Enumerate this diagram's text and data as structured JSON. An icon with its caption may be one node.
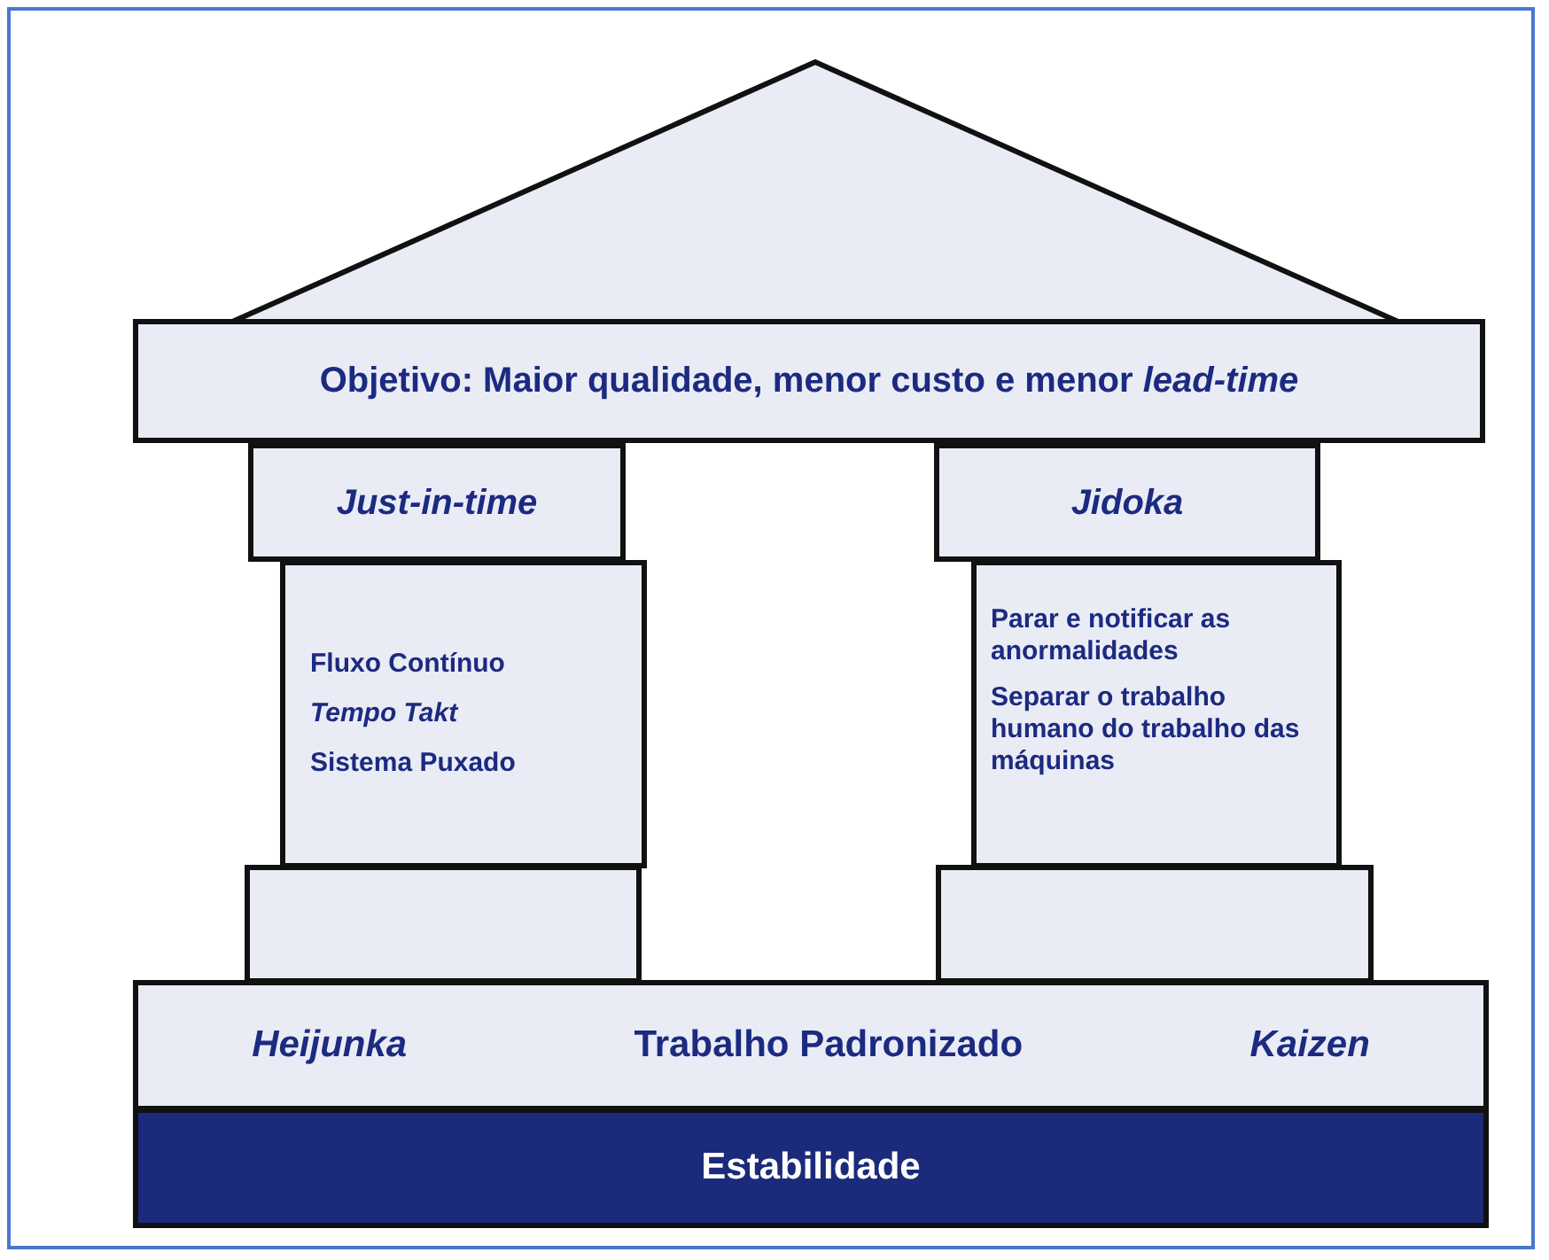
{
  "diagram": {
    "nodes": [
      {
        "text": [],
        "shape": "triangle"
      },
      {
        "text": [
          "Objetivo: Maior qualidade, menor custo e menor *lead-time*"
        ]
      },
      {
        "text": [
          "Just-in-time"
        ]
      },
      {
        "text": [
          "Fluxo Contínuo",
          "Tempo Takt",
          "Sistema Puxado"
        ]
      },
      {
        "text": [],
        "shape": "box"
      },
      {
        "text": [
          "Jidoka"
        ]
      },
      {
        "text": [
          "Parar e notificar as anormalidades",
          "Separar o trabalho humano do trabalho das máquinas"
        ]
      },
      {
        "text": [],
        "shape": "box"
      },
      {
        "text": [
          "Heijunka",
          "Trabalho Padronizado",
          "Kaizen"
        ]
      },
      {
        "text": [
          "Estabilidade"
        ]
      }
    ]
  }
}
